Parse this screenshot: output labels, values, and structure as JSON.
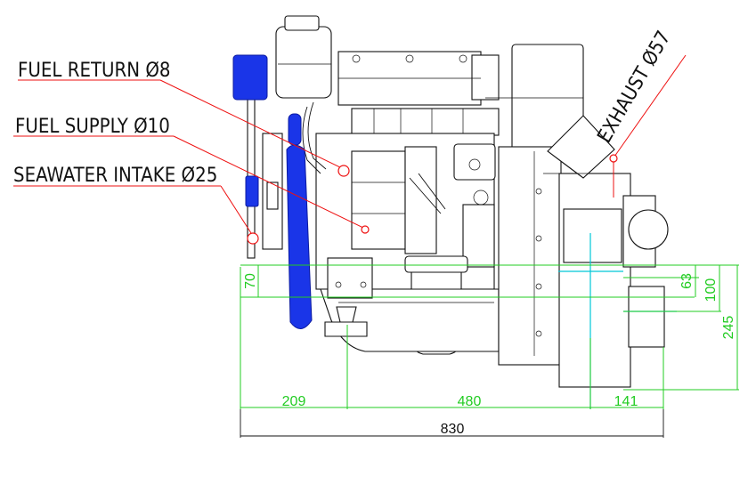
{
  "callouts": {
    "fuel_return": "FUEL RETURN Ø8",
    "fuel_supply": "FUEL SUPPLY Ø10",
    "seawater_intake": "SEAWATER INTAKE Ø25",
    "exhaust": "EXHAUST Ø57"
  },
  "dimensions": {
    "d70": "70",
    "d63": "63",
    "d100": "100",
    "d245": "245",
    "d209": "209",
    "d480": "480",
    "d141": "141",
    "d830": "830"
  },
  "colors": {
    "pipe_callout": "#e11111",
    "dimension_text": "#22cc22",
    "pump_blue": "#1a35e8",
    "centerline": "#00c8d8"
  }
}
